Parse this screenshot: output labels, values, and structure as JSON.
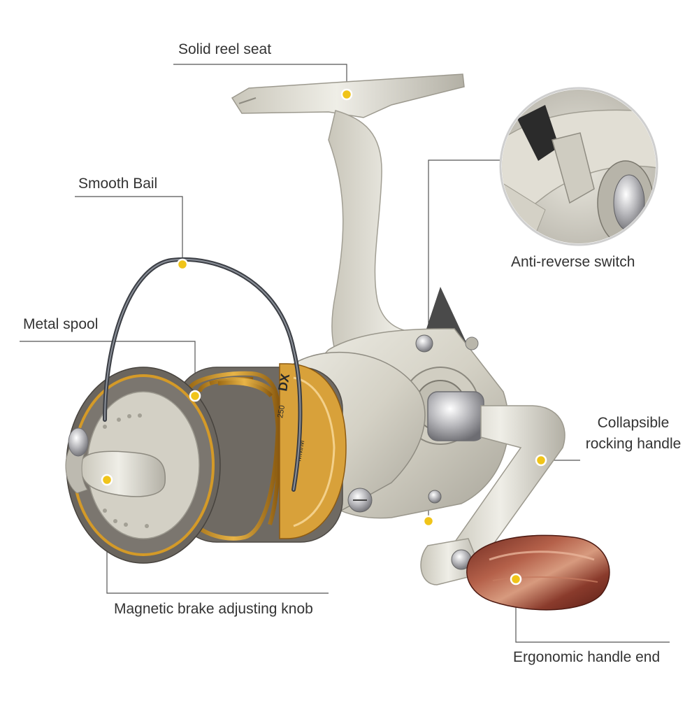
{
  "annotations": {
    "solid_reel_seat": "Solid reel seat",
    "smooth_bail": "Smooth Bail",
    "metal_spool": "Metal spool",
    "anti_reverse_switch": "Anti-reverse switch",
    "collapsible_rocking_handle_line1": "Collapsible",
    "collapsible_rocking_handle_line2": "rocking handle",
    "magnetic_brake_adjusting_knob": "Magnetic brake adjusting knob",
    "ergonomic_handle_end": "Ergonomic handle end"
  },
  "spool_print": {
    "model": "DX",
    "capacity_1": "MM/M",
    "capacity_2": "250"
  },
  "colors": {
    "body": "#d7d4c8",
    "body_shadow": "#a9a69b",
    "spool_gold": "#d49a28",
    "spool_gray": "#77716a",
    "handle_wood": "#8a3b2c",
    "marker": "#f0c419",
    "leader_line": "#555555",
    "text": "#333333"
  }
}
